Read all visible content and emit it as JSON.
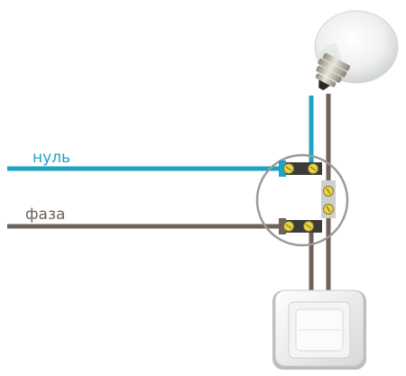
{
  "labels": {
    "neutral": "нуль",
    "phase": "фаза"
  },
  "colors": {
    "neutral_wire": "#1fa2c4",
    "phase_wire": "#6e625c",
    "terminal_body": "#3b3b3b",
    "terminal_screw": "#e8d44a",
    "junction_outline": "#9a9a9a",
    "switch_body": "#ececec"
  },
  "icons": {
    "lamp": "light-bulb-icon",
    "switch": "wall-switch-icon",
    "junction": "junction-box-circle"
  }
}
